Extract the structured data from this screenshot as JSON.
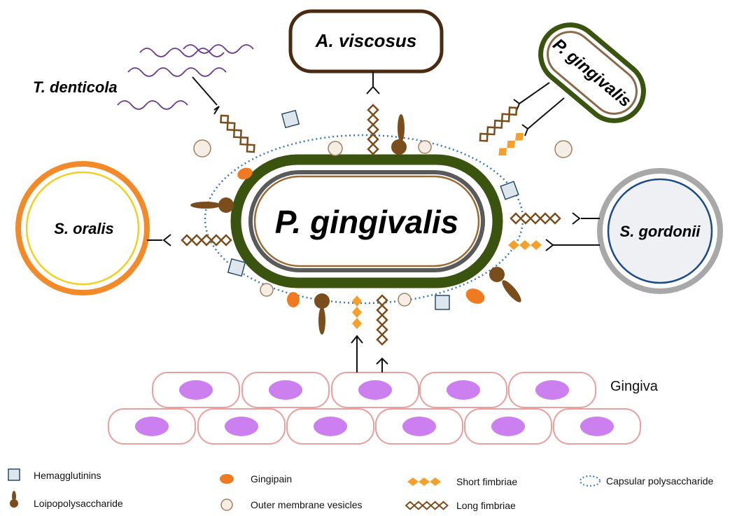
{
  "diagram": {
    "center_label": "P. gingivalis",
    "partners": {
      "a_viscosus": "A. viscosus",
      "p_gingivalis_partner": "P. gingivalis",
      "t_denticola": "T. denticola",
      "s_oralis": "S. oralis",
      "s_gordonii": "S. gordonii"
    },
    "gingiva_label": "Gingiva"
  },
  "legend": [
    {
      "id": "hemagglutinins",
      "label": "Hemagglutinins",
      "icon": "square-icon"
    },
    {
      "id": "lps",
      "label": "Loipopolysaccharide",
      "icon": "lollipop-icon"
    },
    {
      "id": "gingipain",
      "label": "Gingipain",
      "icon": "orange-oval-icon"
    },
    {
      "id": "omv",
      "label": "Outer membrane vesicles",
      "icon": "circle-icon"
    },
    {
      "id": "short_fimbriae",
      "label": "Short fimbriae",
      "icon": "orange-diamonds-icon"
    },
    {
      "id": "long_fimbriae",
      "label": "Long fimbriae",
      "icon": "brown-diamonds-icon"
    },
    {
      "id": "capsular",
      "label": "Capsular polysaccharide",
      "icon": "dotted-ellipse-icon"
    }
  ],
  "colors": {
    "outer_membrane": "#3a5410",
    "inner_membrane": "#5a5a5a",
    "brown": "#7a4e1c",
    "dark_brown": "#4a2a10",
    "orange": "#f07a22",
    "short_fimbriae": "#f5a02a",
    "capsule": "#3a78b8",
    "hemagglutinin_fill": "#dde6ec",
    "hemagglutinin_stroke": "#2a4a66",
    "omv_fill": "#f5eee4",
    "omv_stroke": "#a08060",
    "cell_stroke": "#e8a0a0",
    "nucleus": "#cc80f0",
    "t_denticola": "#6a3a8a",
    "s_oralis_outer": "#f28a2a",
    "s_oralis_inner": "#f0d020",
    "s_gordonii_outer": "#a8a8a8",
    "s_gordonii_inner": "#1a4a8a"
  }
}
